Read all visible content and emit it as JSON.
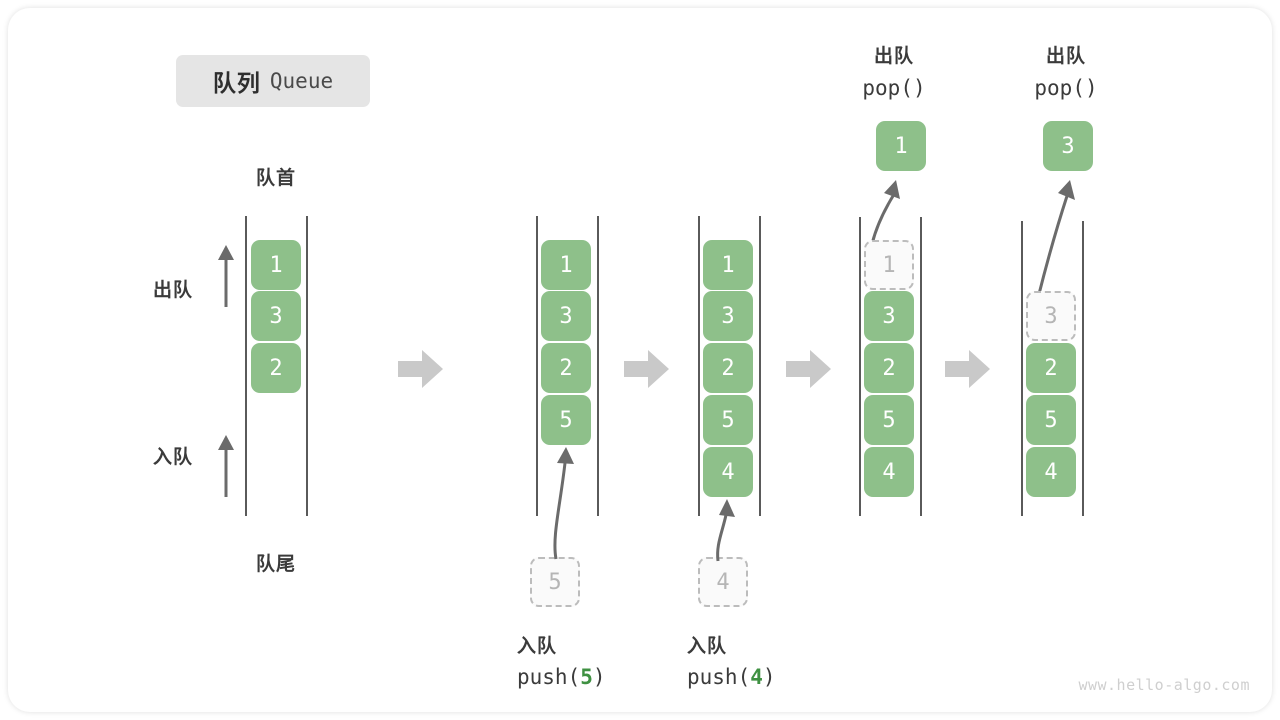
{
  "title": {
    "cn": "队列",
    "en": "Queue"
  },
  "labels": {
    "front": "队首",
    "rear": "队尾",
    "dequeue": "出队",
    "enqueue": "入队"
  },
  "watermark": "www.hello-algo.com",
  "colors": {
    "node_fill": "#8ec08a",
    "node_text": "#ffffff",
    "ghost_fill": "#fafafa",
    "ghost_border": "#bcbcbc",
    "ghost_text": "#b5b5b5",
    "rail": "#5a5a5a",
    "arrow": "#c9c9c9",
    "accent_green": "#3f9142",
    "text": "#3b3b3b",
    "chip_bg": "#e5e5e5",
    "card_bg": "#ffffff"
  },
  "steps": [
    {
      "id": "initial",
      "caption_cn": "",
      "caption_code": "",
      "top_label_cn": "",
      "top_label_code": "",
      "items": [
        "1",
        "3",
        "2"
      ],
      "ghost_index": -1,
      "popped_value": "",
      "incoming_value": ""
    },
    {
      "id": "push-5",
      "caption_cn": "入队",
      "caption_code": "push(5)",
      "caption_code_prefix": "push(",
      "caption_code_num": "5",
      "caption_code_suffix": ")",
      "top_label_cn": "",
      "top_label_code": "",
      "items": [
        "1",
        "3",
        "2",
        "5"
      ],
      "ghost_index": -1,
      "popped_value": "",
      "incoming_value": "5"
    },
    {
      "id": "push-4",
      "caption_cn": "入队",
      "caption_code": "push(4)",
      "caption_code_prefix": "push(",
      "caption_code_num": "4",
      "caption_code_suffix": ")",
      "top_label_cn": "",
      "top_label_code": "",
      "items": [
        "1",
        "3",
        "2",
        "5",
        "4"
      ],
      "ghost_index": -1,
      "popped_value": "",
      "incoming_value": "4"
    },
    {
      "id": "pop-1",
      "caption_cn": "",
      "caption_code": "",
      "top_label_cn": "出队",
      "top_label_code": "pop()",
      "items": [
        "1",
        "3",
        "2",
        "5",
        "4"
      ],
      "ghost_index": 0,
      "popped_value": "1",
      "incoming_value": ""
    },
    {
      "id": "pop-3",
      "caption_cn": "",
      "caption_code": "",
      "top_label_cn": "出队",
      "top_label_code": "pop()",
      "items": [
        "3",
        "2",
        "5",
        "4"
      ],
      "ghost_index": 0,
      "popped_value": "3",
      "incoming_value": ""
    }
  ]
}
